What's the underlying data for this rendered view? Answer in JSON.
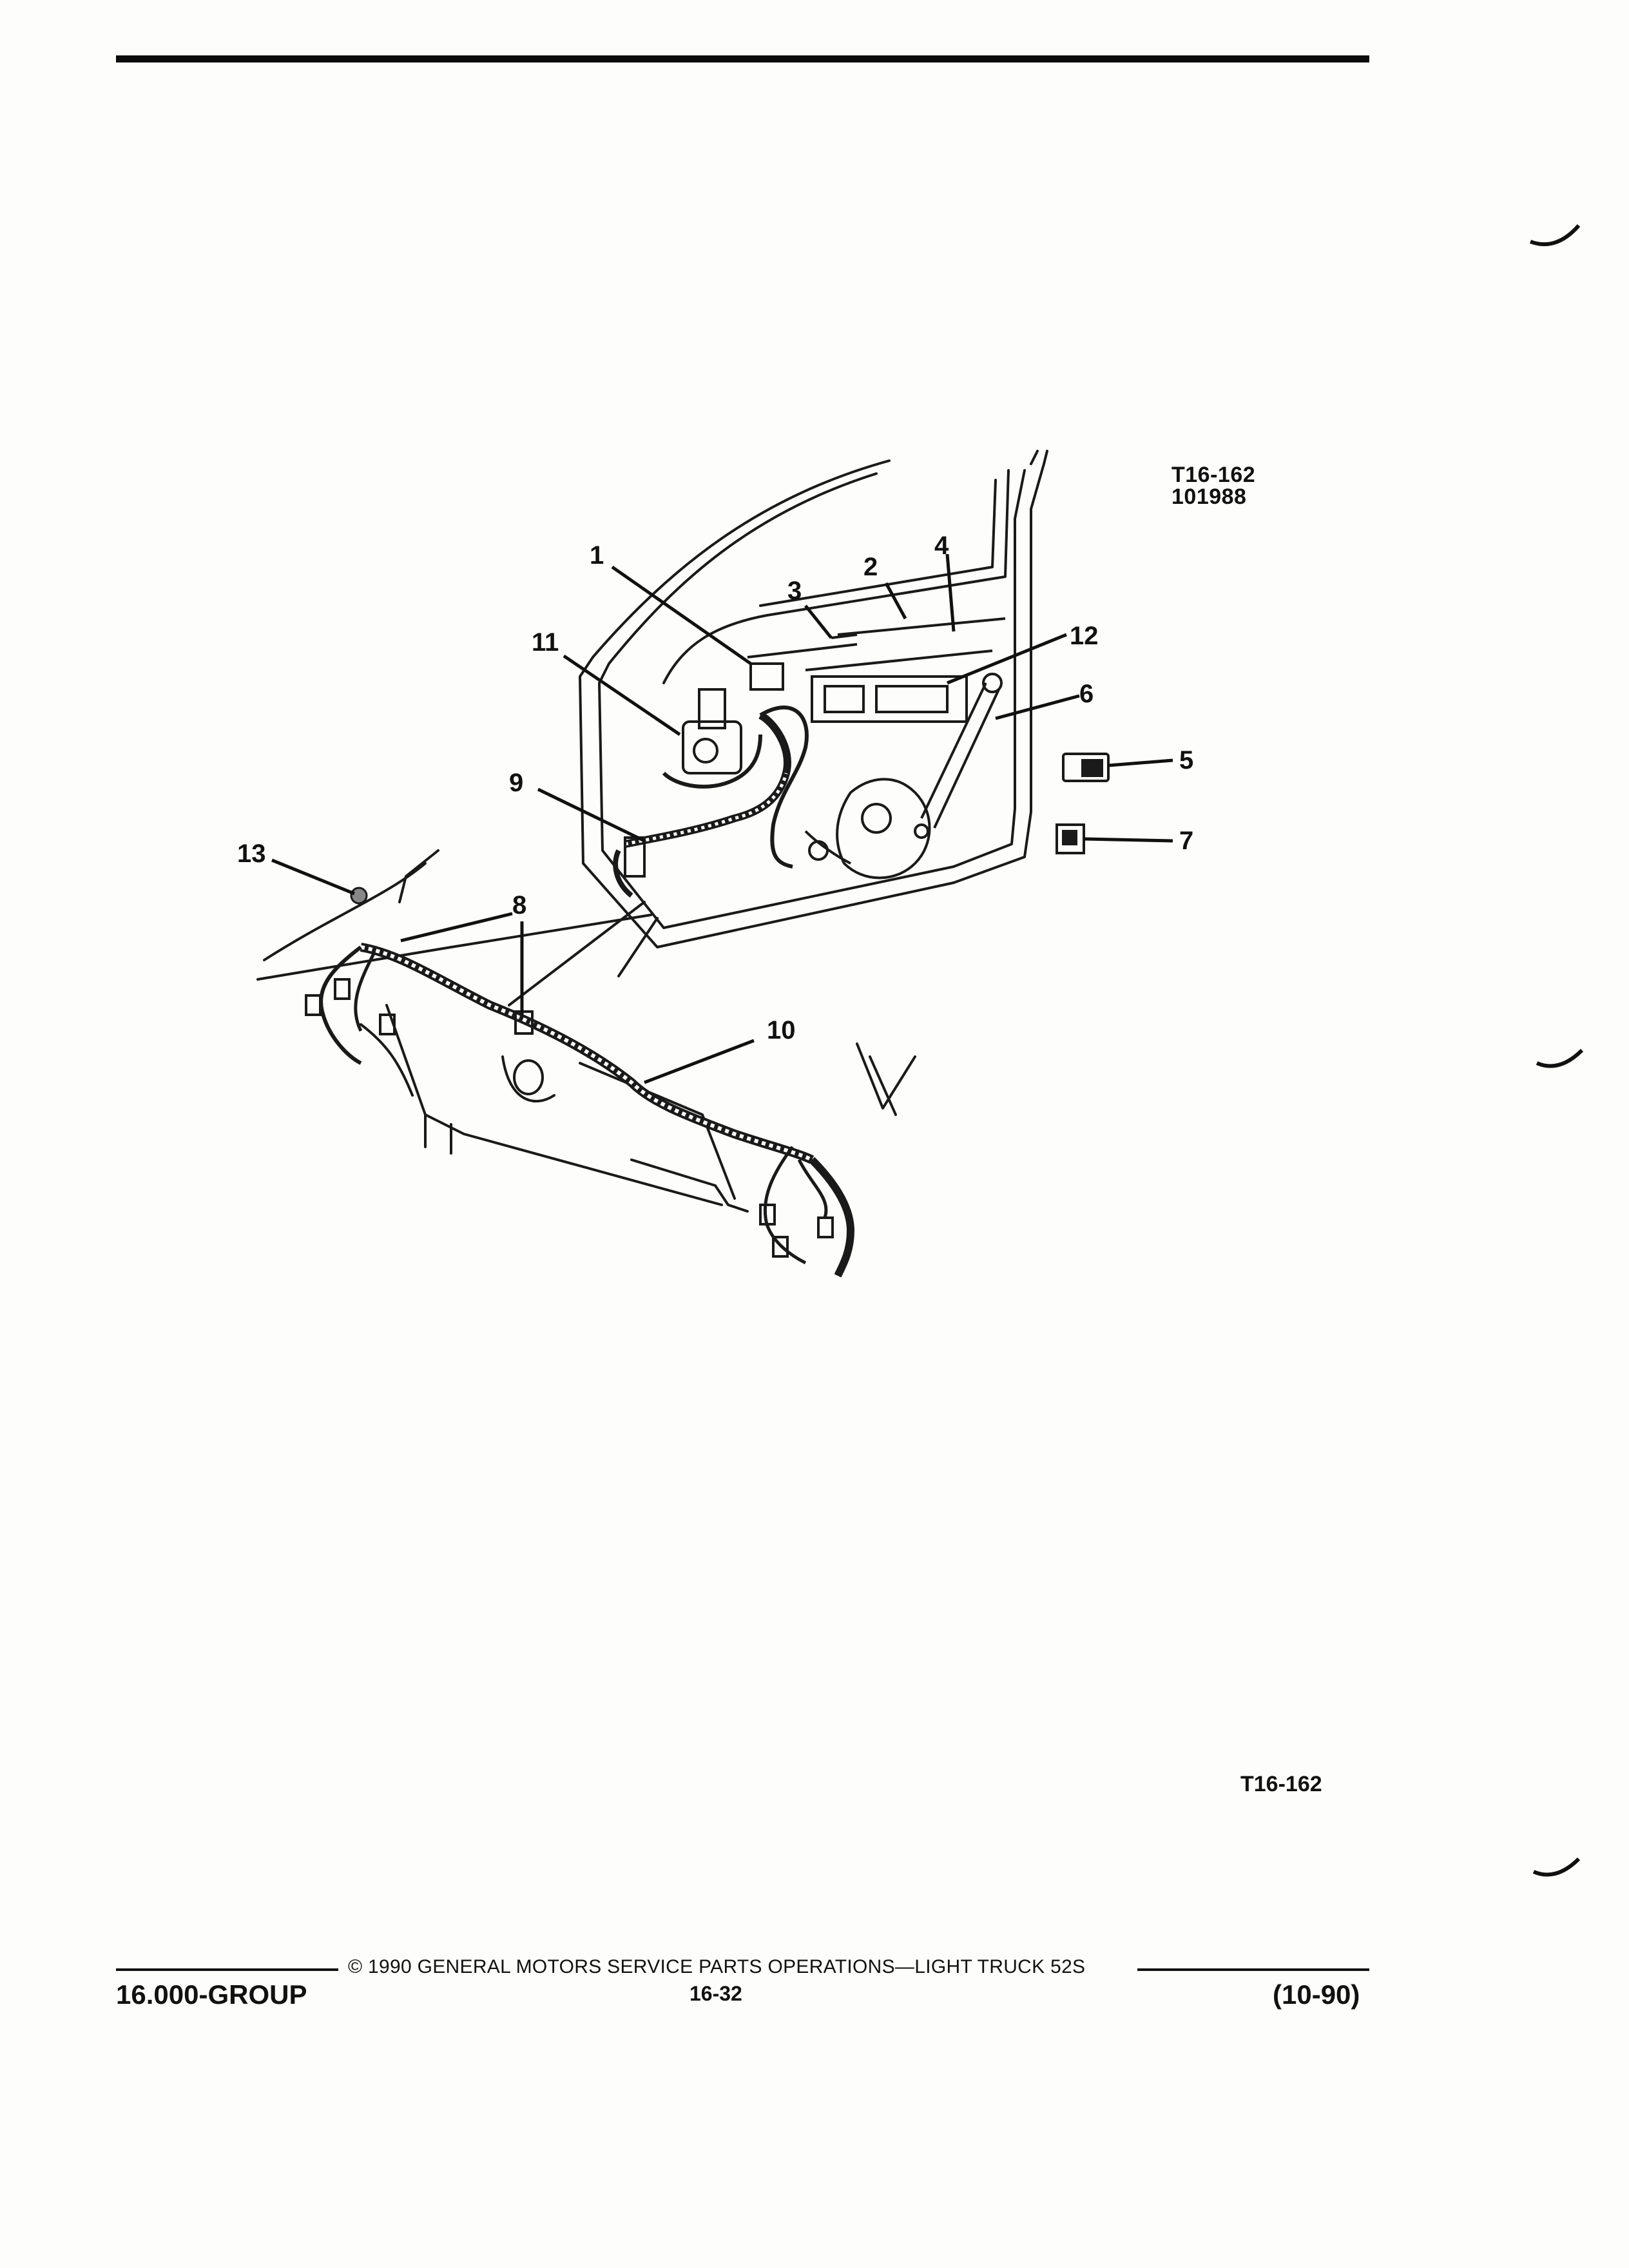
{
  "header": {
    "ref_code_line1": "T16-162",
    "ref_code_line2": "101988"
  },
  "callouts": {
    "c1": "1",
    "c2": "2",
    "c3": "3",
    "c4": "4",
    "c5": "5",
    "c6": "6",
    "c7": "7",
    "c8": "8",
    "c9": "9",
    "c10": "10",
    "c11": "11",
    "c12": "12",
    "c13": "13"
  },
  "figure_code": "T16-162",
  "footer": {
    "copyright": "© 1990 GENERAL MOTORS SERVICE PARTS OPERATIONS—LIGHT TRUCK 52S",
    "group": "16.000-GROUP",
    "page": "16-32",
    "date": "(10-90)"
  }
}
